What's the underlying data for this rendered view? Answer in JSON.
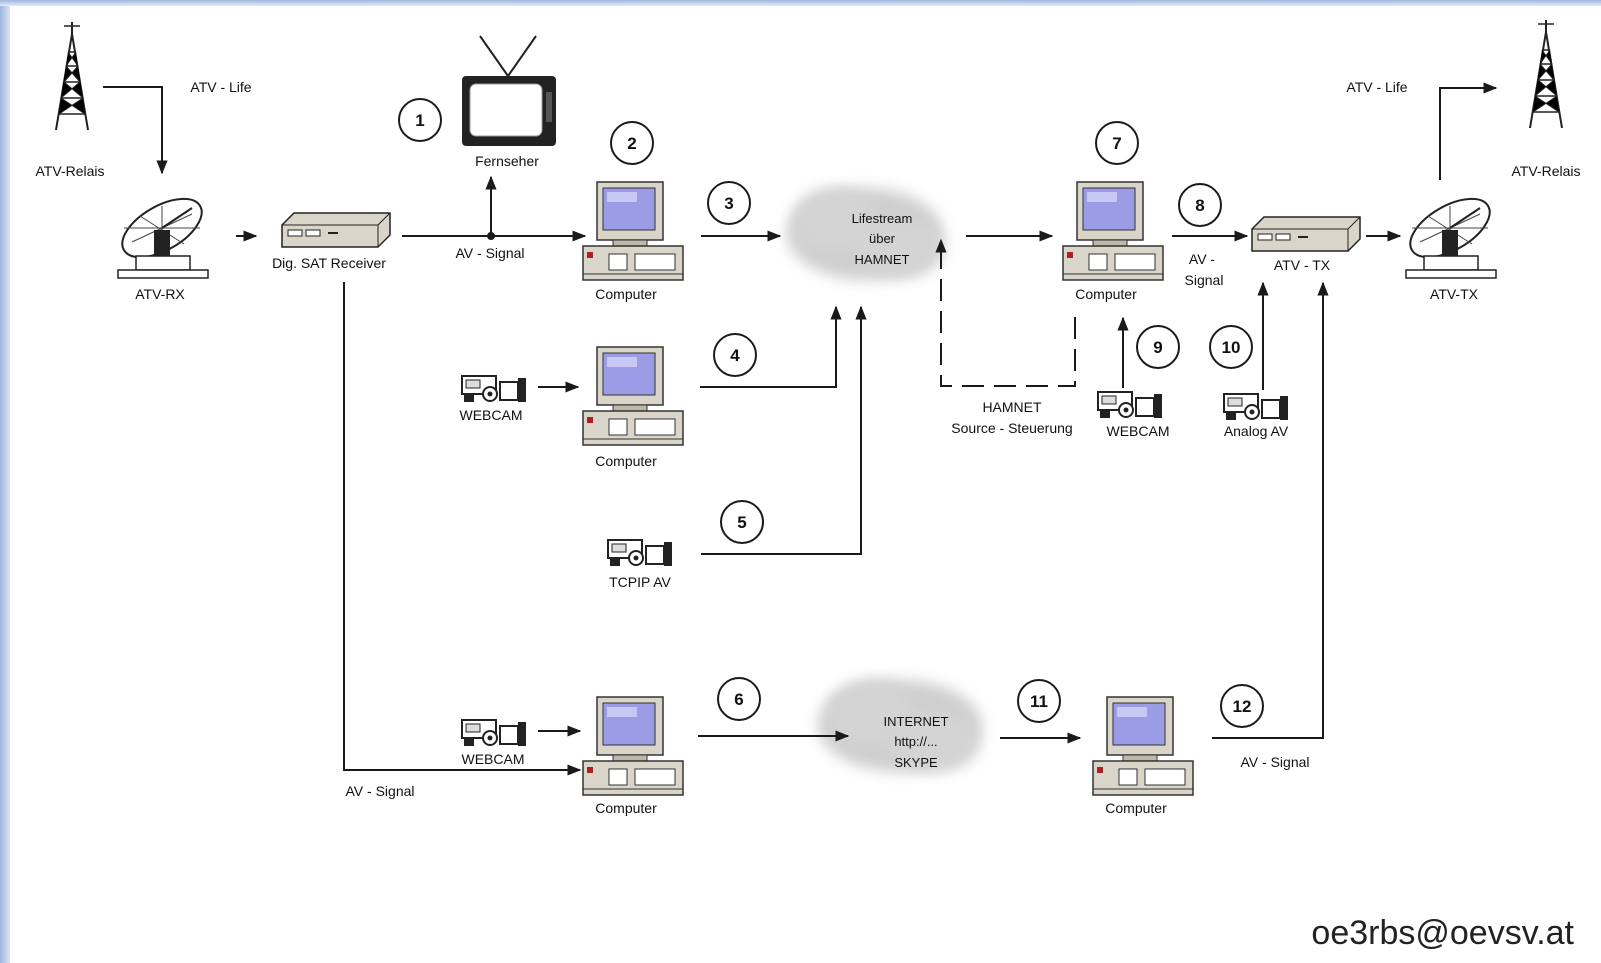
{
  "labels": {
    "atv_relais_left": "ATV-Relais",
    "atv_life_left": "ATV - Life",
    "atv_rx": "ATV-RX",
    "sat_receiver": "Dig. SAT Receiver",
    "fernseher": "Fernseher",
    "av_signal_top": "AV - Signal",
    "computer_2": "Computer",
    "cloud_hamnet_line1": "Lifestream",
    "cloud_hamnet_line2": "über",
    "cloud_hamnet_line3": "HAMNET",
    "computer_4": "Computer",
    "webcam_4": "WEBCAM",
    "tcpip_av": "TCPIP AV",
    "computer_7": "Computer",
    "av_signal_8_line1": "AV -",
    "av_signal_8_line2": "Signal",
    "atv_tx_box": "ATV - TX",
    "atv_tx_dish": "ATV-TX",
    "atv_life_right": "ATV - Life",
    "atv_relais_right": "ATV-Relais",
    "hamnet_ctrl_line1": "HAMNET",
    "hamnet_ctrl_line2": "Source - Steuerung",
    "webcam_9": "WEBCAM",
    "analog_av": "Analog AV",
    "webcam_6": "WEBCAM",
    "computer_6": "Computer",
    "av_signal_bottom": "AV - Signal",
    "cloud_internet_line1": "INTERNET",
    "cloud_internet_line2": "http://...",
    "cloud_internet_line3": "SKYPE",
    "computer_11": "Computer",
    "av_signal_12": "AV - Signal",
    "email": "oe3rbs@oevsv.at"
  },
  "numbers": [
    "1",
    "2",
    "3",
    "4",
    "5",
    "6",
    "7",
    "8",
    "9",
    "10",
    "11",
    "12"
  ],
  "colors": {
    "line": "#1a1a1a",
    "cloud": "#cfcfcf",
    "screen": "#9b9be6",
    "computer_body": "#d9d5c8",
    "email": "#222222"
  }
}
